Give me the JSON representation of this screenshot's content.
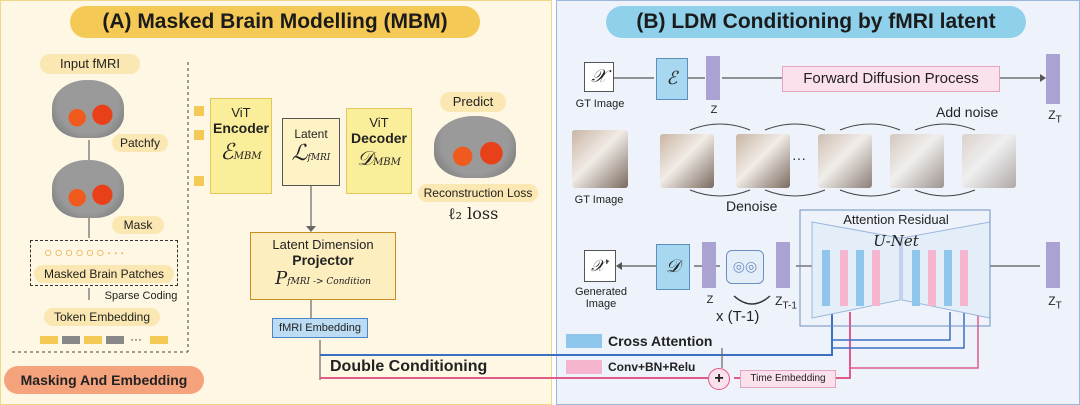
{
  "panel_a": {
    "title": "(A) Masked Brain Modelling (MBM)",
    "input_fmri": "Input fMRI",
    "patchfy": "Patchfy",
    "mask": "Mask",
    "masked_patches": "Masked Brain Patches",
    "sparse_coding": "Sparse Coding",
    "token_embedding": "Token Embedding",
    "masking_and_embedding": "Masking And Embedding",
    "encoder": {
      "vit": "ViT",
      "name": "Encoder",
      "symbol": "ℰ",
      "sub": "MBM"
    },
    "latent": {
      "name": "Latent",
      "symbol": "ℒ",
      "sub": "fMRI"
    },
    "decoder": {
      "vit": "ViT",
      "name": "Decoder",
      "symbol": "𝒟",
      "sub": "MBM"
    },
    "predict": "Predict",
    "reconstruction_loss": "Reconstruction Loss",
    "l2_loss": "ℓ₂ loss",
    "projector": {
      "line1": "Latent Dimension",
      "line2": "Projector",
      "symbol": "P",
      "sub": "fMRI -> Condition"
    },
    "fmri_embedding": "fMRI Embedding",
    "double_conditioning": "Double Conditioning"
  },
  "panel_b": {
    "title": "(B) LDM Conditioning by fMRI latent",
    "x_symbol": "𝒳",
    "e_symbol": "ℰ",
    "d_symbol": "𝒟",
    "xprime_symbol": "𝒳'",
    "gt_image": "GT Image",
    "z": "Z",
    "zt": "Z",
    "zt_sub": "T",
    "zt1_sub": "T-1",
    "forward_diffusion": "Forward Diffusion Process",
    "add_noise": "Add noise",
    "denoise": "Denoise",
    "ellipsis": "···",
    "attention_residual": "Attention Residual",
    "unet": "U-Net",
    "generated_image": "Generated Image",
    "times": "x (T-1)",
    "legend_cross": "Cross Attention",
    "legend_conv": "Conv+BN+Relu",
    "time_embedding": "Time Embedding",
    "plus": "+",
    "colors": {
      "cross": "#8fc6ec",
      "conv": "#f5b5cf",
      "blue_line": "#3a6fc1",
      "pink_line": "#e05a8a"
    }
  }
}
